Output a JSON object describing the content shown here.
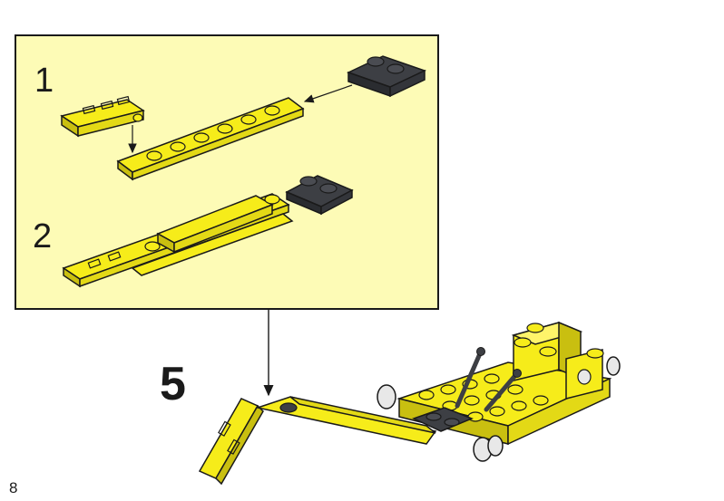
{
  "page": {
    "page_number": "8",
    "main_step": "5",
    "sub_steps": [
      "1",
      "2"
    ]
  },
  "colors": {
    "panel_fill": "#fdfbb6",
    "brick_yellow": "#f6ec1a",
    "brick_shadow": "#c9bf10",
    "brick_dark_gray": "#3d3f44",
    "outline": "#1a1a1a",
    "tire_white": "#e8e8e8"
  }
}
